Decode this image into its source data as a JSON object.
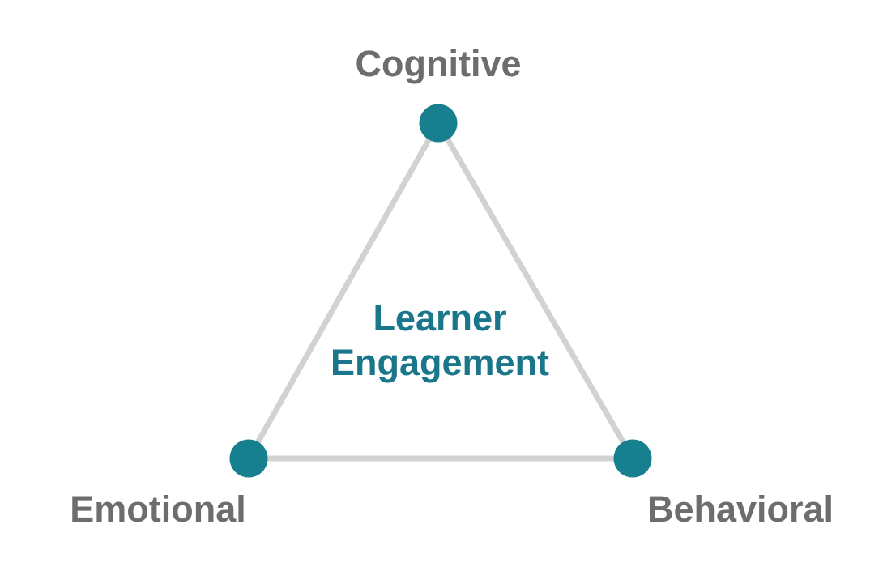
{
  "diagram": {
    "type": "triangle-concept-diagram",
    "center_label": {
      "line1": "Learner",
      "line2": "Engagement"
    },
    "vertices": [
      {
        "id": "cognitive",
        "label": "Cognitive",
        "position": "top"
      },
      {
        "id": "emotional",
        "label": "Emotional",
        "position": "bottom-left"
      },
      {
        "id": "behavioral",
        "label": "Behavioral",
        "position": "bottom-right"
      }
    ],
    "colors": {
      "background": "#FFFFFF",
      "node": "#17808F",
      "edge": "#D2D2D2",
      "vertex_label": "#6D6D6D",
      "center_label": "#19768B"
    }
  }
}
